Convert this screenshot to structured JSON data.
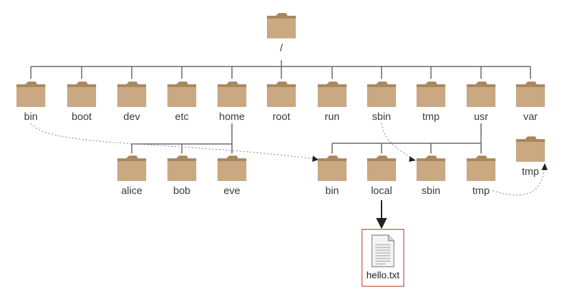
{
  "root": {
    "label": "/"
  },
  "level1": [
    "bin",
    "boot",
    "dev",
    "etc",
    "home",
    "root",
    "run",
    "sbin",
    "tmp",
    "usr",
    "var"
  ],
  "home_children": [
    "alice",
    "bob",
    "eve"
  ],
  "usr_children": [
    "bin",
    "local",
    "sbin",
    "tmp"
  ],
  "var_children": [
    "tmp"
  ],
  "file": {
    "label": "hello.txt"
  },
  "icon": "folder-icon",
  "colors": {
    "folder": "#c9a882",
    "folder_dark": "#a9875f",
    "line": "#666666",
    "dotted": "#999999",
    "file_border": "#c0392b"
  }
}
